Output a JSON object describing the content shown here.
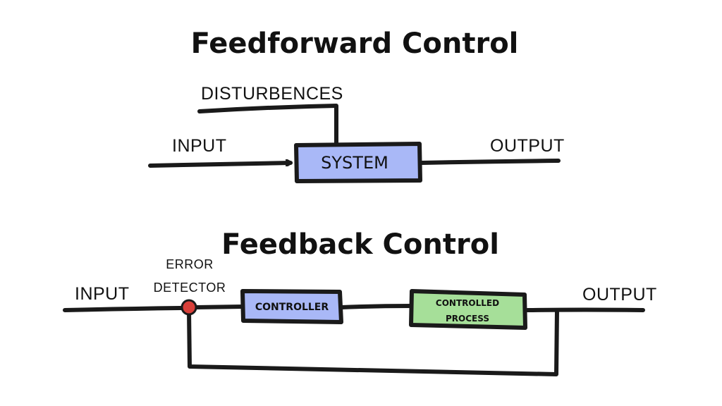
{
  "feedforward": {
    "title": "Feedforward Control",
    "disturbances_label": "DISTURBENCES",
    "input_label": "INPUT",
    "output_label": "OUTPUT",
    "system_label": "SYSTEM"
  },
  "feedback": {
    "title": "Feedback Control",
    "input_label": "INPUT",
    "output_label": "OUTPUT",
    "error_detector_line1": "ERROR",
    "error_detector_line2": "DETECTOR",
    "controller_label": "CONTROLLER",
    "process_line1": "CONTROLLED",
    "process_line2": "PROCESS"
  },
  "colors": {
    "system_fill": "#a9b8f7",
    "controller_fill": "#a9b8f7",
    "process_fill": "#a6df99",
    "error_detector_fill": "#d9403a",
    "line": "#1a1a1a"
  }
}
